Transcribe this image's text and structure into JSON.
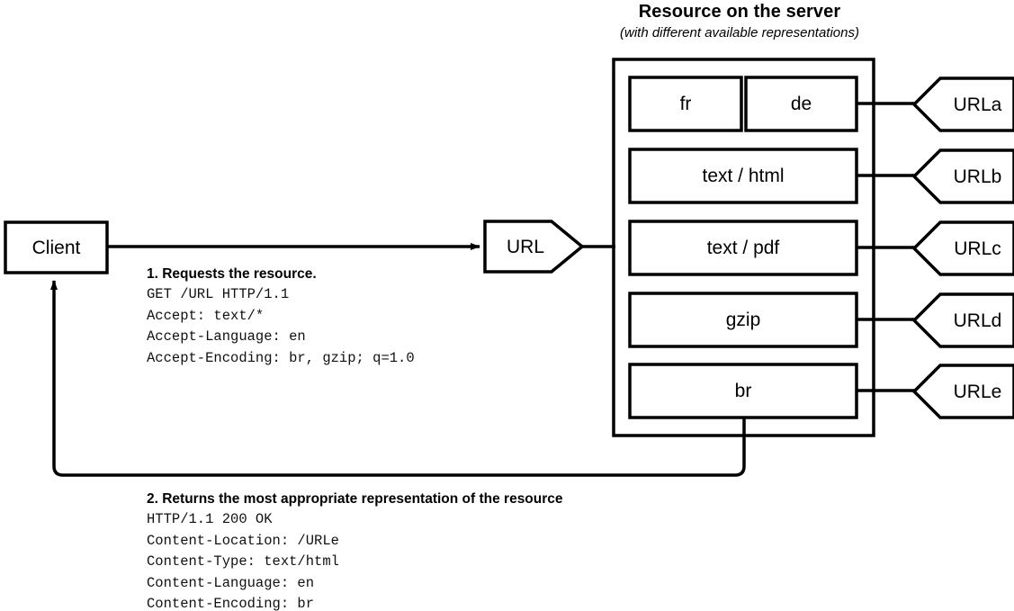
{
  "server": {
    "title": "Resource on the server",
    "subtitle": "(with different available representations)"
  },
  "client": {
    "label": "Client"
  },
  "request_shape": {
    "label": "URL"
  },
  "representations": [
    {
      "id": "rep-fr",
      "label": "fr"
    },
    {
      "id": "rep-de",
      "label": "de"
    },
    {
      "id": "rep-text-html",
      "label": "text / html"
    },
    {
      "id": "rep-text-pdf",
      "label": "text / pdf"
    },
    {
      "id": "rep-gzip",
      "label": "gzip"
    },
    {
      "id": "rep-br",
      "label": "br"
    }
  ],
  "urls": [
    {
      "id": "url-a",
      "label": "URLa"
    },
    {
      "id": "url-b",
      "label": "URLb"
    },
    {
      "id": "url-c",
      "label": "URLc"
    },
    {
      "id": "url-d",
      "label": "URLd"
    },
    {
      "id": "url-e",
      "label": "URLe"
    }
  ],
  "request_note": {
    "heading": "1. Requests the resource.",
    "lines": [
      "GET /URL HTTP/1.1",
      "Accept: text/*",
      "Accept-Language: en",
      "Accept-Encoding: br, gzip; q=1.0"
    ]
  },
  "response_note": {
    "heading": "2. Returns the most appropriate representation of the resource",
    "lines": [
      "HTTP/1.1 200 OK",
      "Content-Location: /URLe",
      "Content-Type: text/html",
      "Content-Language: en",
      "Content-Encoding: br"
    ]
  },
  "colors": {
    "stroke": "#000000",
    "background": "#ffffff",
    "text": "#000000"
  }
}
